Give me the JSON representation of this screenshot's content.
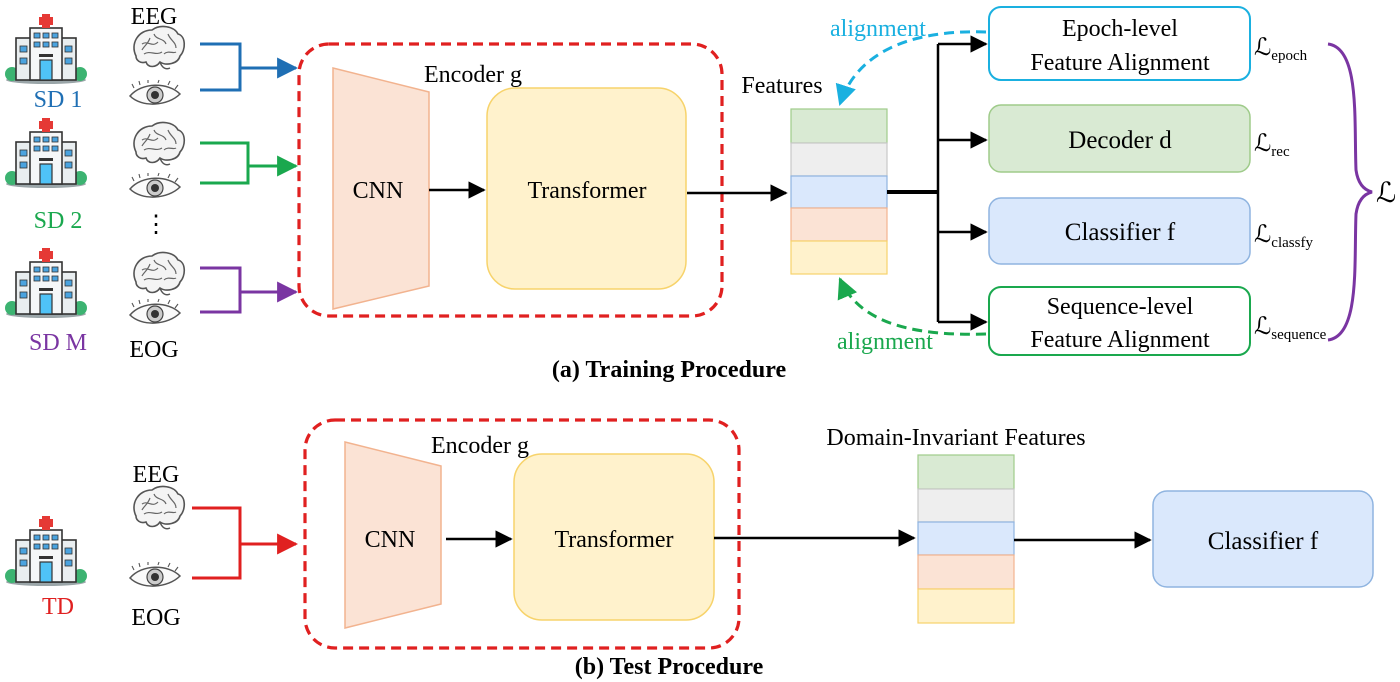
{
  "training": {
    "caption": "(a) Training Procedure",
    "modality_top": "EEG",
    "modality_bottom": "EOG",
    "ellipsis": "⋮",
    "domains": [
      {
        "label": "SD 1",
        "color": "#1f6fb4"
      },
      {
        "label": "SD 2",
        "color": "#1aa84e"
      },
      {
        "label": "SD M",
        "color": "#7a35a2"
      }
    ],
    "encoder_title": "Encoder g",
    "cnn_label": "CNN",
    "transformer_label": "Transformer",
    "features_label": "Features",
    "heads": [
      {
        "line1": "Epoch-level",
        "line2": "Feature Alignment",
        "loss": "ℒ",
        "loss_sub": "epoch"
      },
      {
        "line1": "Decoder d",
        "line2": "",
        "loss": "ℒ",
        "loss_sub": "rec"
      },
      {
        "line1": "Classifier f",
        "line2": "",
        "loss": "ℒ",
        "loss_sub": "classfy"
      },
      {
        "line1": "Sequence-level",
        "line2": "Feature Alignment",
        "loss": "ℒ",
        "loss_sub": "sequence"
      }
    ],
    "alignment_top": "alignment",
    "alignment_bottom": "alignment",
    "total_loss": "ℒ"
  },
  "test": {
    "caption": "(b) Test Procedure",
    "domain": {
      "label": "TD",
      "color": "#e02020"
    },
    "modality_top": "EEG",
    "modality_bottom": "EOG",
    "encoder_title": "Encoder g",
    "cnn_label": "CNN",
    "transformer_label": "Transformer",
    "features_label": "Domain-Invariant Features",
    "classifier_label": "Classifier f"
  },
  "colors": {
    "encoder_border": "#e02020",
    "cnn_fill": "#fbe3d5",
    "cnn_stroke": "#f2b38f",
    "transformer_fill": "#fff2cc",
    "transformer_stroke": "#f7d36b",
    "feature_green": "#d9ead3",
    "feature_gray": "#eeeeee",
    "feature_blue": "#dae8fc",
    "feature_orange": "#fbe3d5",
    "feature_yellow": "#fff2cc",
    "alignment_blue": "#1ab0e0",
    "alignment_green": "#1aa84e",
    "brace_purple": "#7a35a2"
  },
  "icons": [
    "hospital-icon",
    "brain-icon",
    "eye-icon"
  ]
}
